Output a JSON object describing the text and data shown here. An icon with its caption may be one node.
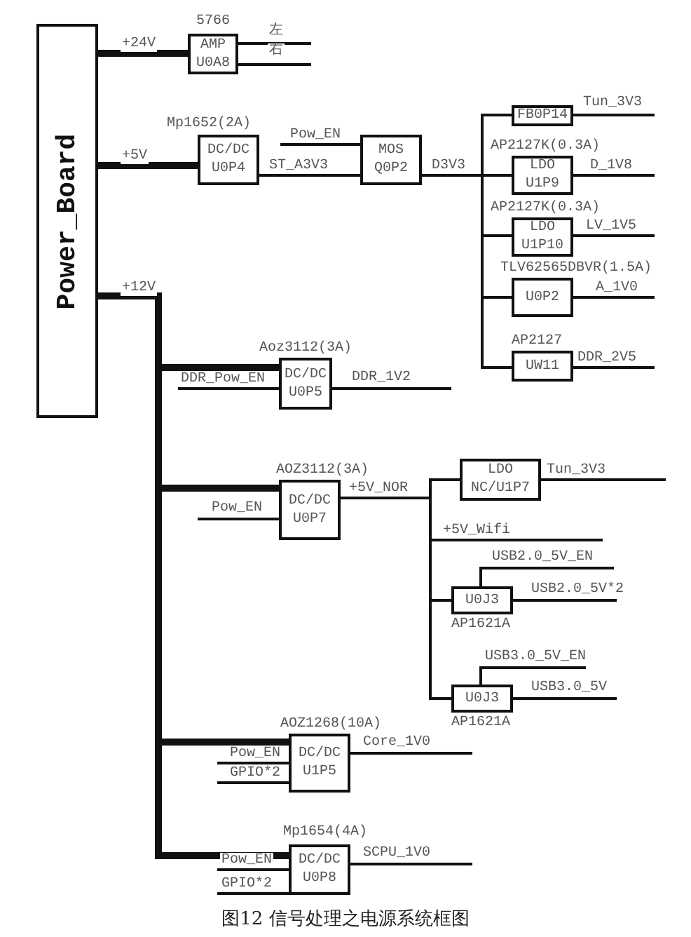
{
  "diagram": {
    "caption": "图12 信号处理之电源系统框图",
    "nodes": [
      {
        "text": [
          "Power_Board"
        ]
      },
      {
        "text": [
          "5766",
          "AMP U0A8"
        ]
      },
      {
        "text": [
          "Mp1652(2A)",
          "DC/DC U0P4"
        ]
      },
      {
        "text": [
          "MOS Q0P2"
        ]
      },
      {
        "text": [
          "FB0P14"
        ]
      },
      {
        "text": [
          "AP2127K(0.3A)",
          "LDO U1P9"
        ]
      },
      {
        "text": [
          "AP2127K(0.3A)",
          "LDO U1P10"
        ]
      },
      {
        "text": [
          "TLV62565DBVR(1.5A)",
          "U0P2"
        ]
      },
      {
        "text": [
          "AP2127",
          "UW11"
        ]
      },
      {
        "text": [
          "Aoz3112(3A)",
          "DC/DC U0P5"
        ]
      },
      {
        "text": [
          "AOZ3112(3A)",
          "DC/DC U0P7"
        ]
      },
      {
        "text": [
          "LDO NC/U1P7"
        ]
      },
      {
        "text": [
          "U0J3",
          "AP1621A"
        ]
      },
      {
        "text": [
          "U0J3",
          "AP1621A"
        ]
      },
      {
        "text": [
          "AOZ1268(10A)",
          "DC/DC U1P5"
        ]
      },
      {
        "text": [
          "Mp1654(4A)",
          "DC/DC U0P8"
        ]
      }
    ],
    "edges": [
      {
        "from": 0,
        "to": 1,
        "arrow": "none",
        "label": "+24V",
        "style": "thick"
      },
      {
        "from": 1,
        "to": null,
        "arrow": "none",
        "label": "左"
      },
      {
        "from": 1,
        "to": null,
        "arrow": "none",
        "label": "右"
      },
      {
        "from": 0,
        "to": 2,
        "arrow": "none",
        "label": "+5V",
        "style": "thick"
      },
      {
        "from": 2,
        "to": 3,
        "arrow": "none",
        "label": "ST_A3V3"
      },
      {
        "from": null,
        "to": 3,
        "arrow": "none",
        "label": "Pow_EN"
      },
      {
        "from": 3,
        "to": 4,
        "arrow": "none",
        "label": "D3V3"
      },
      {
        "from": 3,
        "to": 5,
        "arrow": "none"
      },
      {
        "from": 3,
        "to": 6,
        "arrow": "none"
      },
      {
        "from": 3,
        "to": 7,
        "arrow": "none"
      },
      {
        "from": 3,
        "to": 8,
        "arrow": "none"
      },
      {
        "from": 4,
        "to": null,
        "arrow": "none",
        "label": "Tun_3V3"
      },
      {
        "from": 5,
        "to": null,
        "arrow": "none",
        "label": "D_1V8"
      },
      {
        "from": 6,
        "to": null,
        "arrow": "none",
        "label": "LV_1V5"
      },
      {
        "from": 7,
        "to": null,
        "arrow": "none",
        "label": "A_1V0"
      },
      {
        "from": 8,
        "to": null,
        "arrow": "none",
        "label": "DDR_2V5"
      },
      {
        "from": 0,
        "to": 9,
        "arrow": "none",
        "label": "+12V",
        "style": "thick"
      },
      {
        "from": 0,
        "to": 10,
        "arrow": "none",
        "style": "thick"
      },
      {
        "from": 0,
        "to": 14,
        "arrow": "none",
        "style": "thick"
      },
      {
        "from": 0,
        "to": 15,
        "arrow": "none",
        "style": "thick"
      },
      {
        "from": null,
        "to": 9,
        "arrow": "none",
        "label": "DDR_Pow_EN"
      },
      {
        "from": 9,
        "to": null,
        "arrow": "none",
        "label": "DDR_1V2"
      },
      {
        "from": null,
        "to": 10,
        "arrow": "none",
        "label": "Pow_EN"
      },
      {
        "from": 10,
        "to": 11,
        "arrow": "none",
        "label": "+5V_NOR"
      },
      {
        "from": 10,
        "to": null,
        "arrow": "none",
        "label": "+5V_Wifi"
      },
      {
        "from": 10,
        "to": 12,
        "arrow": "none"
      },
      {
        "from": 10,
        "to": 13,
        "arrow": "none"
      },
      {
        "from": 11,
        "to": null,
        "arrow": "none",
        "label": "Tun_3V3"
      },
      {
        "from": null,
        "to": 12,
        "arrow": "none",
        "label": "USB2.0_5V_EN"
      },
      {
        "from": 12,
        "to": null,
        "arrow": "none",
        "label": "USB2.0_5V*2"
      },
      {
        "from": null,
        "to": 13,
        "arrow": "none",
        "label": "USB3.0_5V_EN"
      },
      {
        "from": 13,
        "to": null,
        "arrow": "none",
        "label": "USB3.0_5V"
      },
      {
        "from": null,
        "to": 14,
        "arrow": "none",
        "label": "Pow_EN"
      },
      {
        "from": null,
        "to": 14,
        "arrow": "none",
        "label": "GPIO*2"
      },
      {
        "from": 14,
        "to": null,
        "arrow": "none",
        "label": "Core_1V0"
      },
      {
        "from": null,
        "to": 15,
        "arrow": "none",
        "label": "Pow_EN"
      },
      {
        "from": null,
        "to": 15,
        "arrow": "none",
        "label": "GPIO*2"
      },
      {
        "from": 15,
        "to": null,
        "arrow": "none",
        "label": "SCPU_1V0"
      }
    ]
  }
}
